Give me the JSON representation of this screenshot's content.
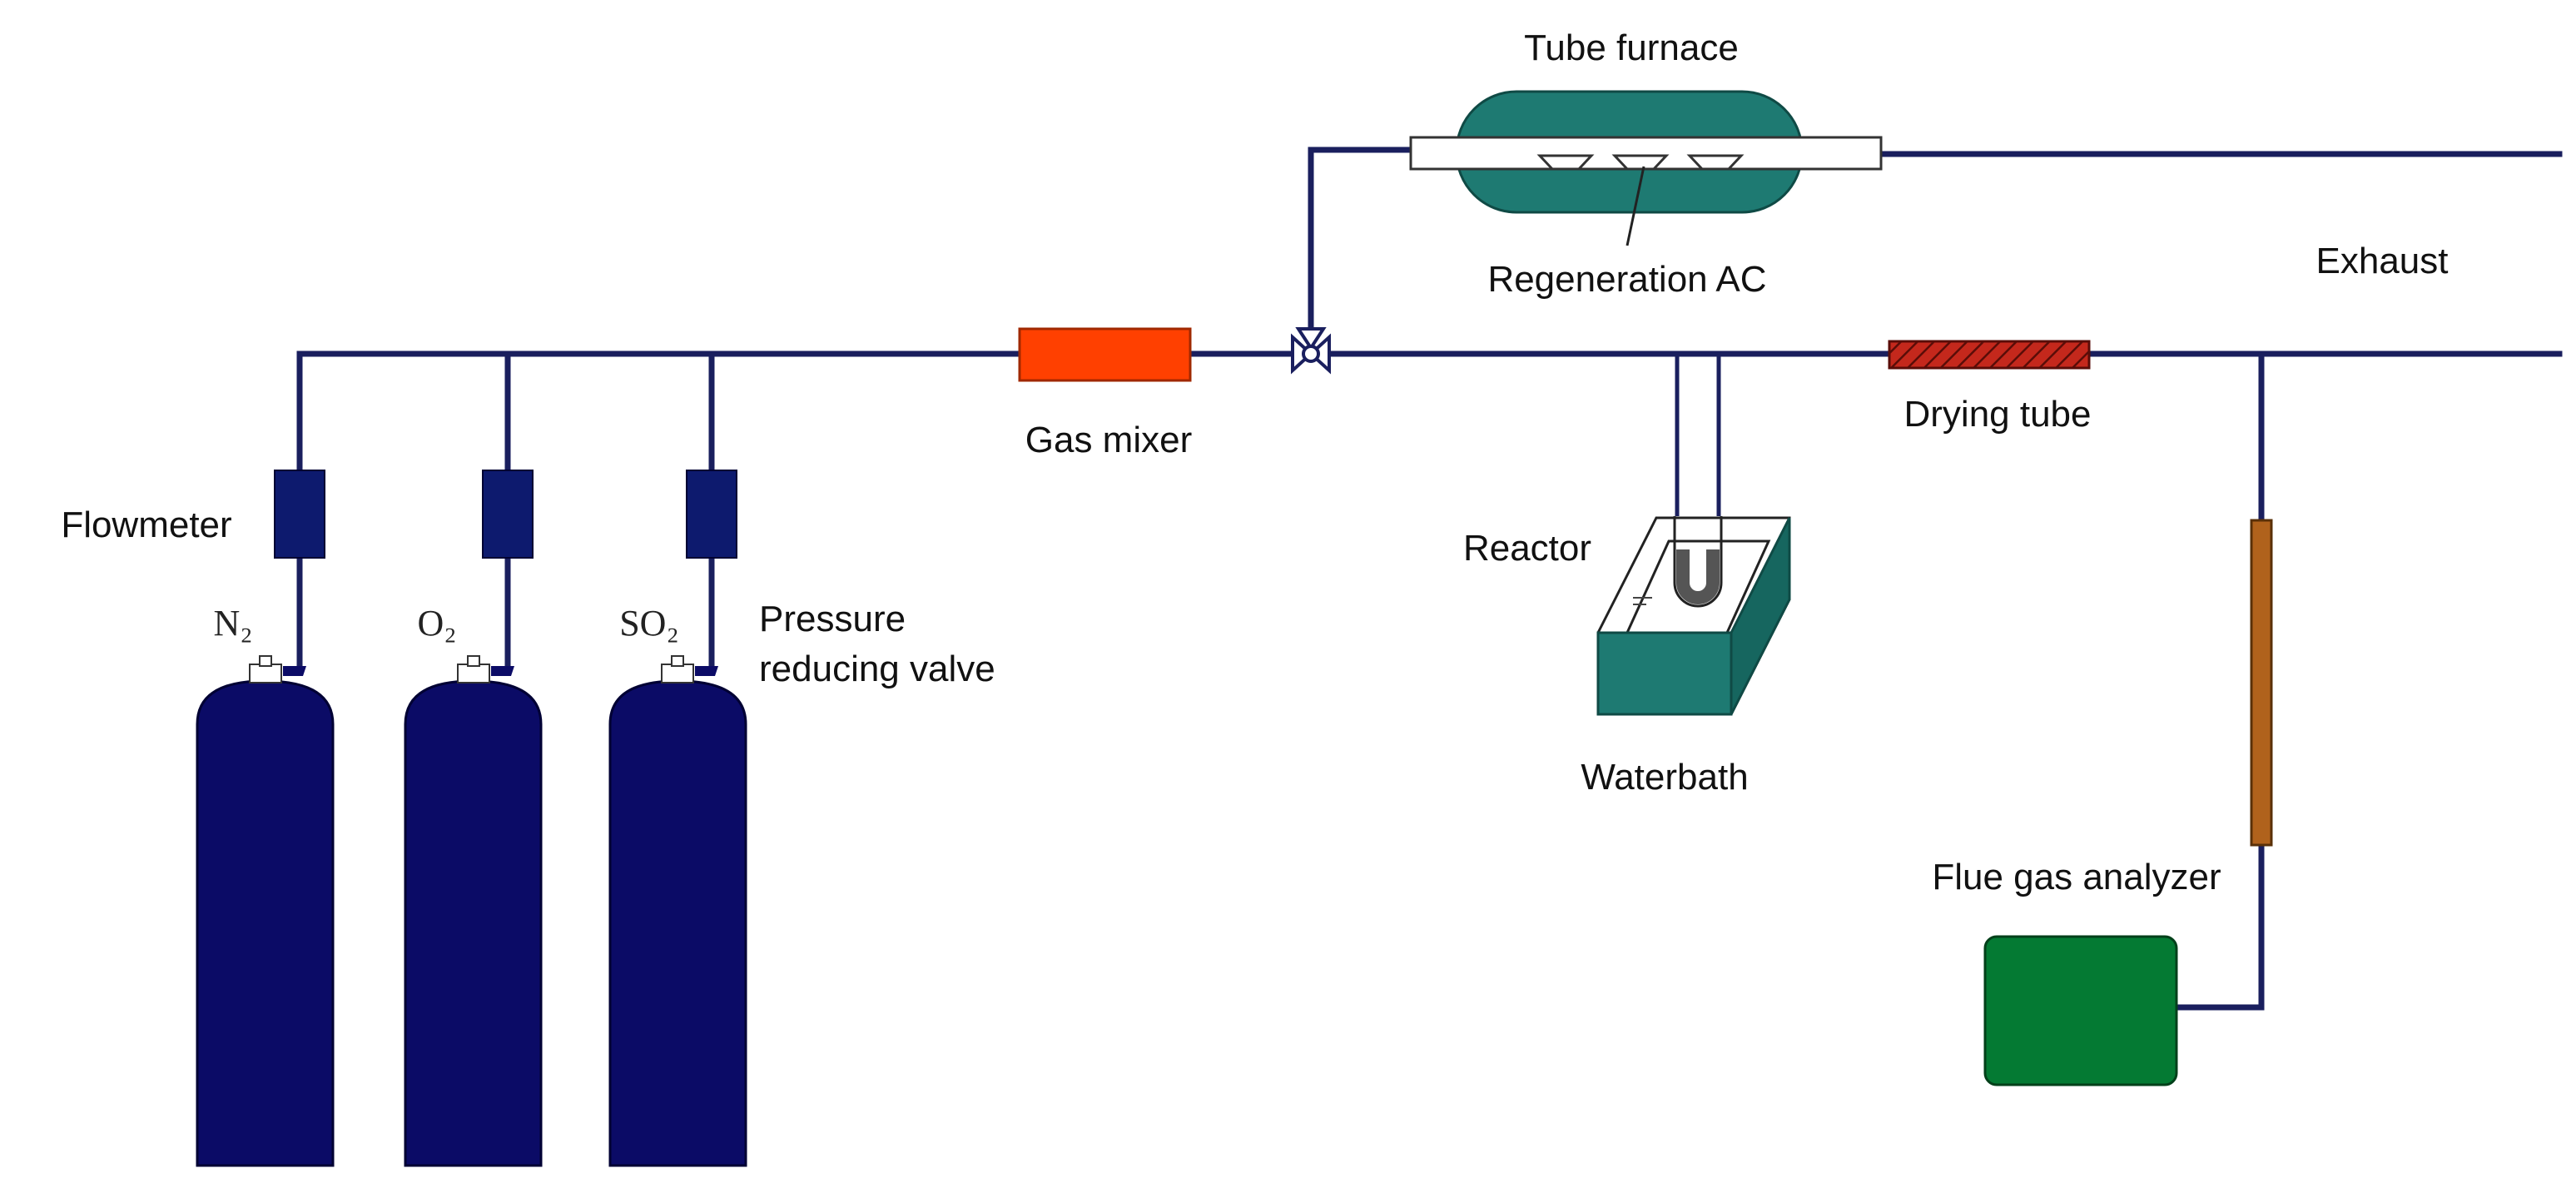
{
  "labels": {
    "tube_furnace": "Tube furnace",
    "regeneration_ac": "Regeneration AC",
    "exhaust": "Exhaust",
    "gas_mixer": "Gas mixer",
    "drying_tube": "Drying tube",
    "flowmeter": "Flowmeter",
    "reactor": "Reactor",
    "pressure_line1": "Pressure",
    "pressure_line2": "reducing valve",
    "waterbath": "Waterbath",
    "flue_gas_analyzer": "Flue gas analyzer",
    "gas_n2": "N₂",
    "gas_o2": "O₂",
    "gas_so2": "SO₂"
  },
  "colors": {
    "pipe": "#1a1f5e",
    "cylinder": "#0b0b66",
    "flowmeter": "#0d1a6e",
    "gas_mixer": "#ff4000",
    "furnace": "#1e7a72",
    "waterbath": "#1e7a72",
    "drying_tube": "#c4281c",
    "analyzer": "#047a33",
    "analyzer_line": "#b0621c"
  }
}
